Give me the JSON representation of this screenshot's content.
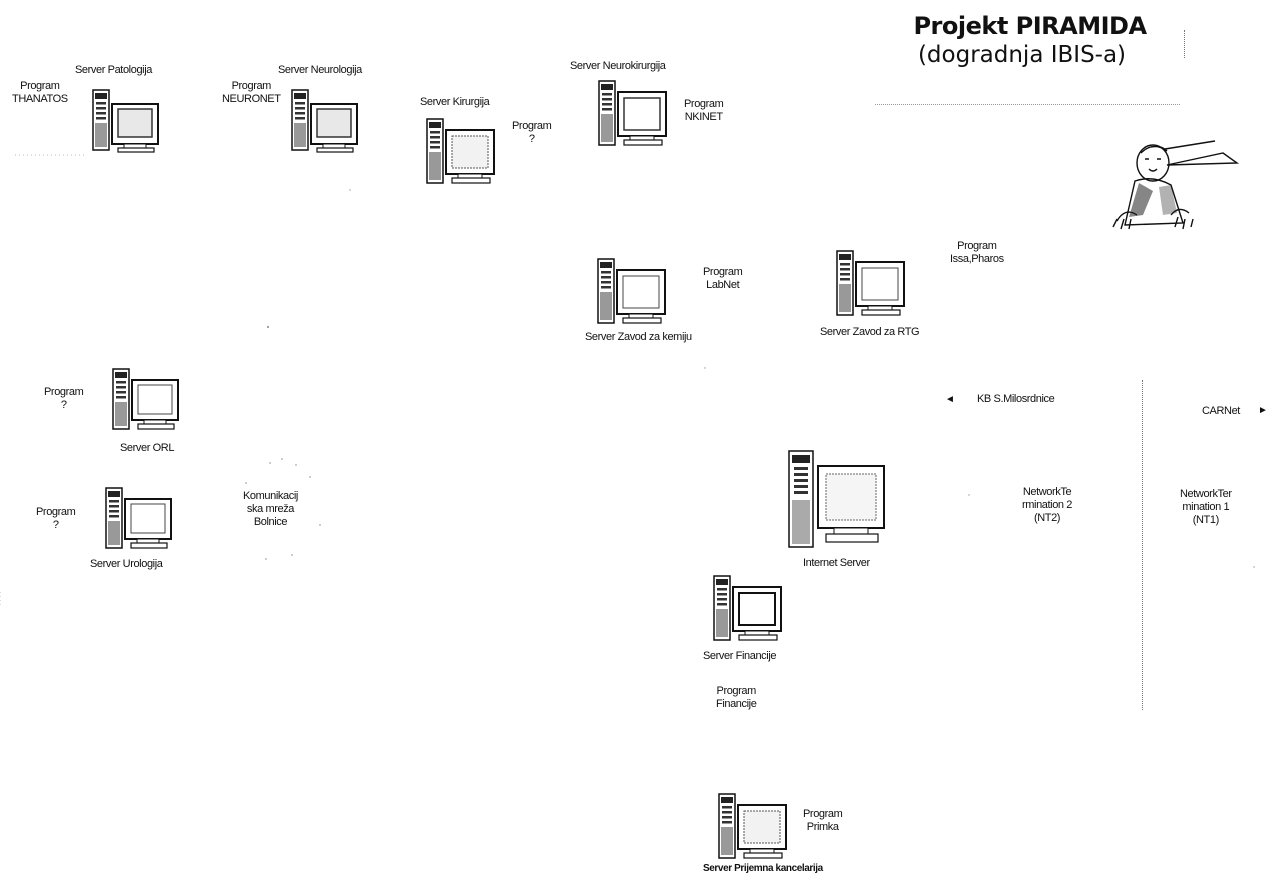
{
  "title": {
    "line1": "Projekt PIRAMIDA",
    "line2": "(dogradnja IBIS-a)"
  },
  "nodes": {
    "patologija": {
      "server": "Server Patologija",
      "program": "Program\nTHANATOS"
    },
    "neurologija": {
      "server": "Server Neurologija",
      "program": "Program\nNEURONET"
    },
    "kirurgija": {
      "server": "Server Kirurgija",
      "program": "Program\n?"
    },
    "neurokirurgija": {
      "server": "Server Neurokirurgija",
      "program": "Program\nNKINET"
    },
    "kemija": {
      "server": "Server Zavod za kemiju",
      "program": "Program\nLabNet"
    },
    "rtg": {
      "server": "Server Zavod za RTG",
      "program": "Program\nIssa,Pharos"
    },
    "orl": {
      "server": "Server ORL",
      "program": "Program\n?"
    },
    "urologija": {
      "server": "Server Urologija",
      "program": "Program\n?"
    },
    "network": {
      "label": "Komunikacij\nska mreža\nBolnice"
    },
    "internet": {
      "server": "Internet Server"
    },
    "financije": {
      "server": "Server Financije",
      "program": "Program\nFinancije"
    },
    "prijemna": {
      "server": "Server Prijemna kancelarija",
      "program": "Program\nPrimka"
    }
  },
  "boundary": {
    "left_label": "KB S.Milosrdnice",
    "right_label": "CARNet",
    "nt2": "NetworkTe\nrmination 2\n(NT2)",
    "nt1": "NetworkTer\nmination 1\n(NT1)"
  }
}
